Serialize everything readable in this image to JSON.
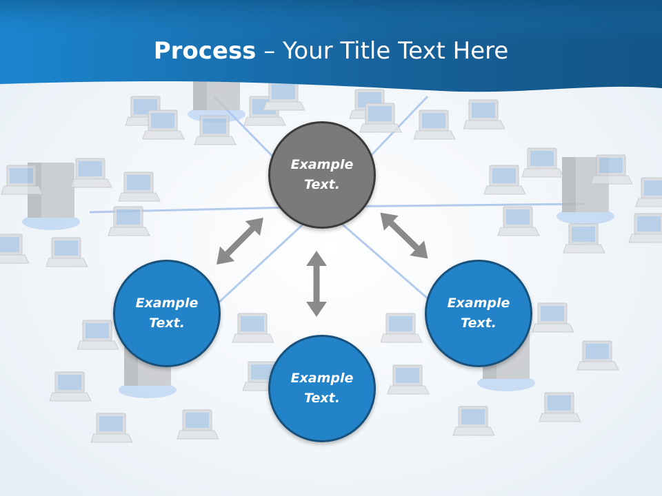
{
  "header": {
    "title_bold": "Process",
    "title_rest": " – Your Title Text Here"
  },
  "colors": {
    "header_blue": "#1a73b3",
    "node_blue": "#2383c8",
    "node_gray": "#7a7a7a",
    "arrow_gray": "#8a8a8a"
  },
  "nodes": {
    "center": {
      "line1": "Example",
      "line2": "Text."
    },
    "left": {
      "line1": "Example",
      "line2": "Text."
    },
    "bottom": {
      "line1": "Example",
      "line2": "Text."
    },
    "right": {
      "line1": "Example",
      "line2": "Text."
    }
  }
}
